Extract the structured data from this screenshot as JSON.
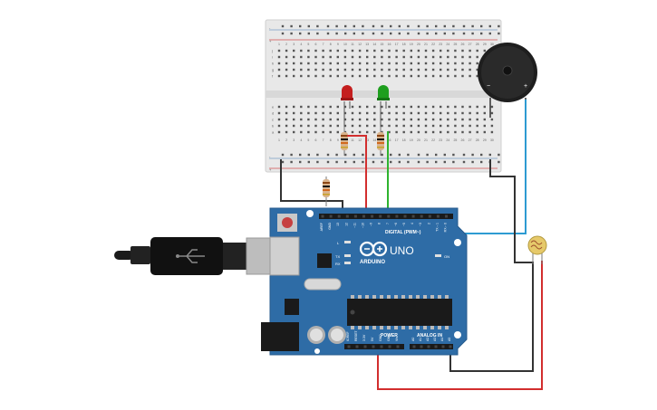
{
  "breadboard": {
    "col_numbers": [
      "1",
      "2",
      "3",
      "4",
      "5",
      "6",
      "7",
      "8",
      "9",
      "10",
      "11",
      "12",
      "13",
      "14",
      "15",
      "16",
      "17",
      "18",
      "19",
      "20",
      "21",
      "22",
      "23",
      "24",
      "25",
      "26",
      "27",
      "28",
      "29",
      "30"
    ],
    "row_letters_top": [
      "j",
      "i",
      "h",
      "g",
      "f"
    ],
    "row_letters_bottom": [
      "e",
      "d",
      "c",
      "b",
      "a"
    ],
    "rail_plus": "+",
    "rail_minus": "-"
  },
  "buzzer": {
    "minus": "−",
    "plus": "+"
  },
  "arduino": {
    "brand": "ARDUINO",
    "model": "UNO",
    "digital_label": "DIGITAL (PWM~)",
    "analog_label": "ANALOG IN",
    "power_label": "POWER",
    "on_label": "ON",
    "l_label": "L",
    "tx_label": "TX",
    "rx_label": "RX",
    "digital_pins": [
      "AREF",
      "GND",
      "13",
      "12",
      "~11",
      "~10",
      "~9",
      "8",
      "7",
      "~6",
      "~5",
      "4",
      "~3",
      "2",
      "TX→1",
      "RX←0"
    ],
    "power_pins": [
      "IOREF",
      "RESET",
      "3.3V",
      "5V",
      "GND",
      "GND",
      "Vin"
    ],
    "analog_pins": [
      "A0",
      "A1",
      "A2",
      "A3",
      "A4",
      "A5"
    ]
  },
  "colors": {
    "board_blue": "#2e6ca6",
    "breadboard": "#e8e8e8",
    "red_wire": "#d22e2e",
    "green_wire": "#2eb32e",
    "blue_wire": "#2d9bd2",
    "black_wire": "#333333",
    "led_red": "#c41e1e",
    "led_green": "#1e9e1e"
  }
}
